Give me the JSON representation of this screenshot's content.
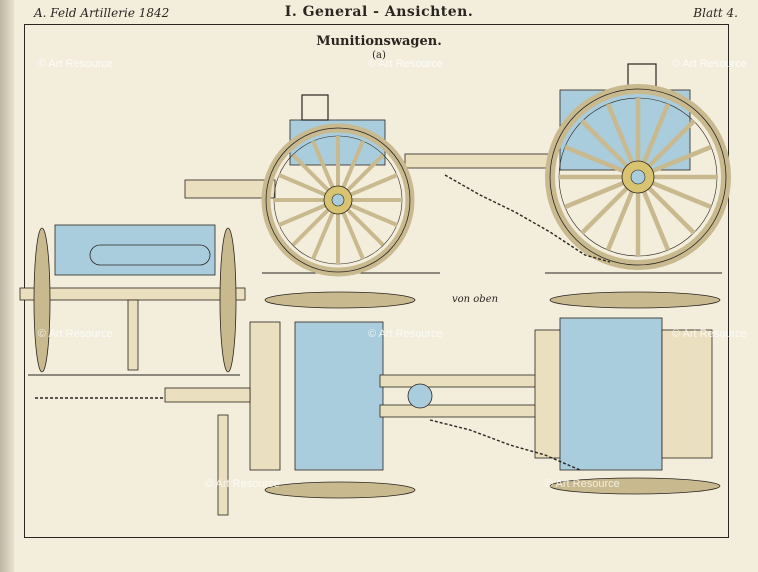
{
  "header": {
    "left": "A. Feld Artillerie 1842",
    "center": "I. General - Ansichten.",
    "right": "Blatt 4."
  },
  "plate": {
    "title": "Munitionswagen.",
    "subtitle": "(a)",
    "view_label": "von oben"
  },
  "watermark": "© Art Resource",
  "colors": {
    "paper": "#f3eddc",
    "wood": "#eadfbe",
    "wood_dark": "#c8b98e",
    "metal_blue": "#a9cddc",
    "ink": "#2a2520",
    "brass": "#d8c470"
  }
}
